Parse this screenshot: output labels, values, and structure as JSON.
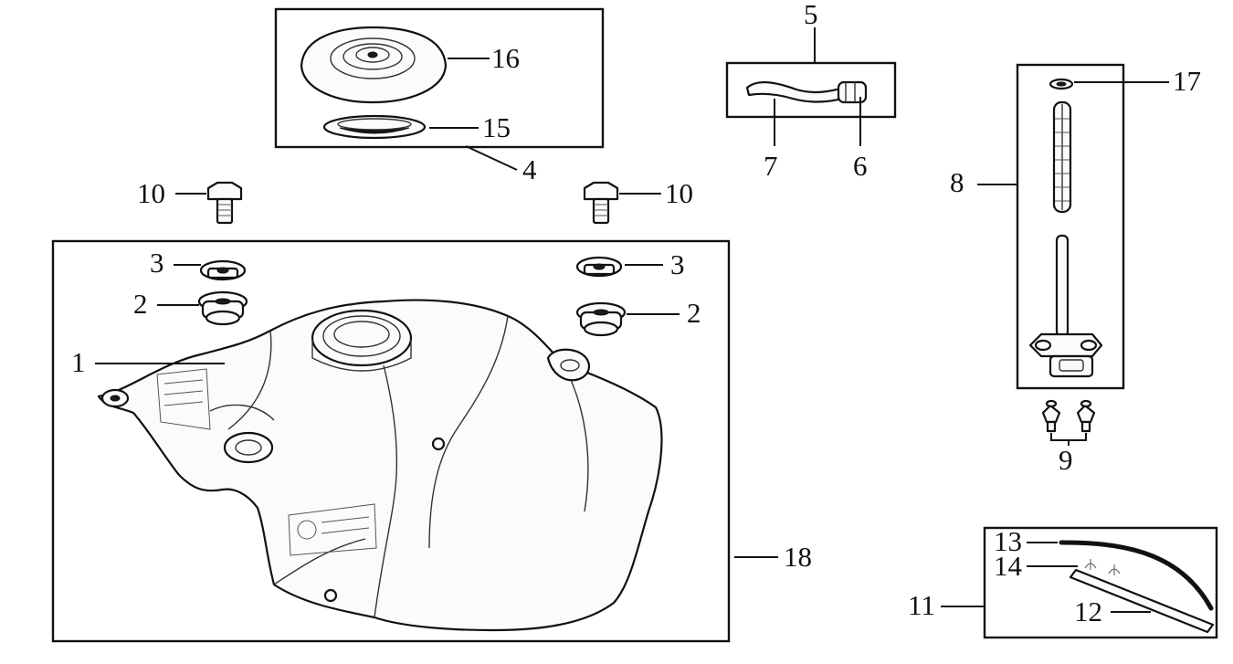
{
  "callouts": {
    "n1": "1",
    "n2_left": "2",
    "n2_right": "2",
    "n3_left": "3",
    "n3_right": "3",
    "n4": "4",
    "n5": "5",
    "n6": "6",
    "n7": "7",
    "n8": "8",
    "n9": "9",
    "n10_left": "10",
    "n10_right": "10",
    "n11": "11",
    "n12": "12",
    "n13": "13",
    "n14": "14",
    "n15": "15",
    "n16": "16",
    "n17": "17",
    "n18": "18"
  },
  "colors": {
    "ink": "#111111",
    "paper": "#ffffff"
  }
}
